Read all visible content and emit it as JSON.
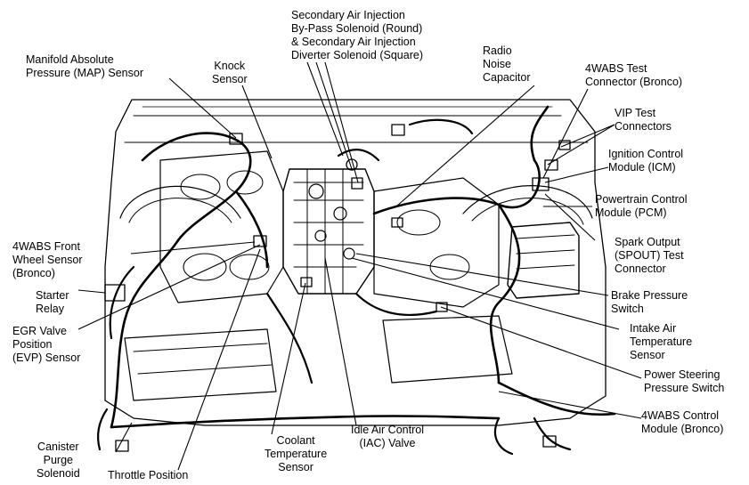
{
  "diagram": {
    "labels": {
      "map_sensor": [
        "Manifold Absolute",
        "Pressure (MAP) Sensor"
      ],
      "knock_sensor": [
        "Knock",
        "Sensor"
      ],
      "secondary_air": [
        "Secondary Air Injection",
        "By-Pass Solenoid (Round)",
        "& Secondary Air Injection",
        "Diverter Solenoid (Square)"
      ],
      "radio_capacitor": [
        "Radio",
        "Noise",
        "Capacitor"
      ],
      "wabs_test": [
        "4WABS Test",
        "Connector (Bronco)"
      ],
      "vip_test": [
        "VIP Test",
        "Connectors"
      ],
      "icm": [
        "Ignition Control",
        "Module (ICM)"
      ],
      "pcm": [
        "Powertrain Control",
        "Module (PCM)"
      ],
      "spout": [
        "Spark Output",
        "(SPOUT) Test",
        "Connector"
      ],
      "wabs_front": [
        "4WABS Front",
        "Wheel Sensor",
        "(Bronco)"
      ],
      "starter_relay": [
        "Starter",
        "Relay"
      ],
      "egr": [
        "EGR Valve",
        "Position",
        "(EVP) Sensor"
      ],
      "brake_pressure": [
        "Brake Pressure",
        "Switch"
      ],
      "intake_air": [
        "Intake Air",
        "Temperature",
        "Sensor"
      ],
      "power_steering": [
        "Power Steering",
        "Pressure Switch"
      ],
      "wabs_control": [
        "4WABS Control",
        "Module (Bronco)"
      ],
      "canister": [
        "Canister",
        "Purge",
        "Solenoid"
      ],
      "throttle": [
        "Throttle Position"
      ],
      "coolant": [
        "Coolant",
        "Temperature",
        "Sensor"
      ],
      "iac": [
        "Idle Air Control",
        "(IAC) Valve"
      ]
    }
  }
}
